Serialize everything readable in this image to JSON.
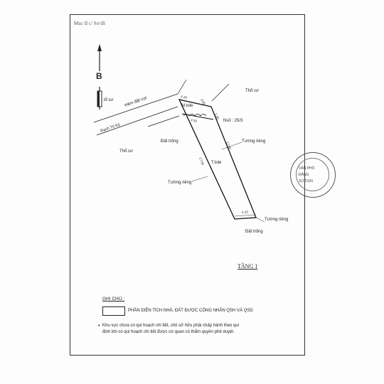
{
  "header": {
    "section_title": "Mục II c/ Sơ đồ"
  },
  "compass": {
    "letter": "B"
  },
  "map": {
    "lo_cu": "lổ cư",
    "tho_cu_right": "Thổ cư",
    "tho_cu_left": "Thổ cư",
    "hem": "Hẻm đất cụt",
    "road": "Rạch Tô Ký",
    "roof_top": "M.tole",
    "roof_main": "T.tole",
    "house_number": "Nsố : 25/3",
    "dat_trong_left": "Đất trống",
    "dat_trong_bottom": "Đất trống",
    "tuong_rieng_right": "Tường riêng",
    "tuong_rieng_left": "Tường riêng",
    "tuong_rieng_bottom": "Tường riêng",
    "dim_width_top": "4.10",
    "dim_width_inner": "4.10",
    "dim_short_top": "3.00",
    "dim_short_right": "1.00",
    "dim_length_right": "17.00",
    "dim_length_left": "17.00",
    "dim_width_bottom": "4.10"
  },
  "floor_label": "TẦNG 1",
  "notes": {
    "title": "GHI CHÚ :",
    "legend_text": "PHẦN DIỆN TÍCH NHÀ, ĐẤT ĐƯỢC CÔNG NHẬN QSH VÀ QSD",
    "bullet": "•",
    "body_line1": "Khu vực chưa có qui hoạch chi tiết, chủ sở hữu phải chấp hành theo qui",
    "body_line2": "định khi có qui hoạch chi tiết được cơ quan có thẩm quyền phê duyệt."
  },
  "stamp": {
    "line1": "VĂN PHÒ",
    "line2": "ĐĂNG",
    "line3": "SỬ DỤN"
  }
}
